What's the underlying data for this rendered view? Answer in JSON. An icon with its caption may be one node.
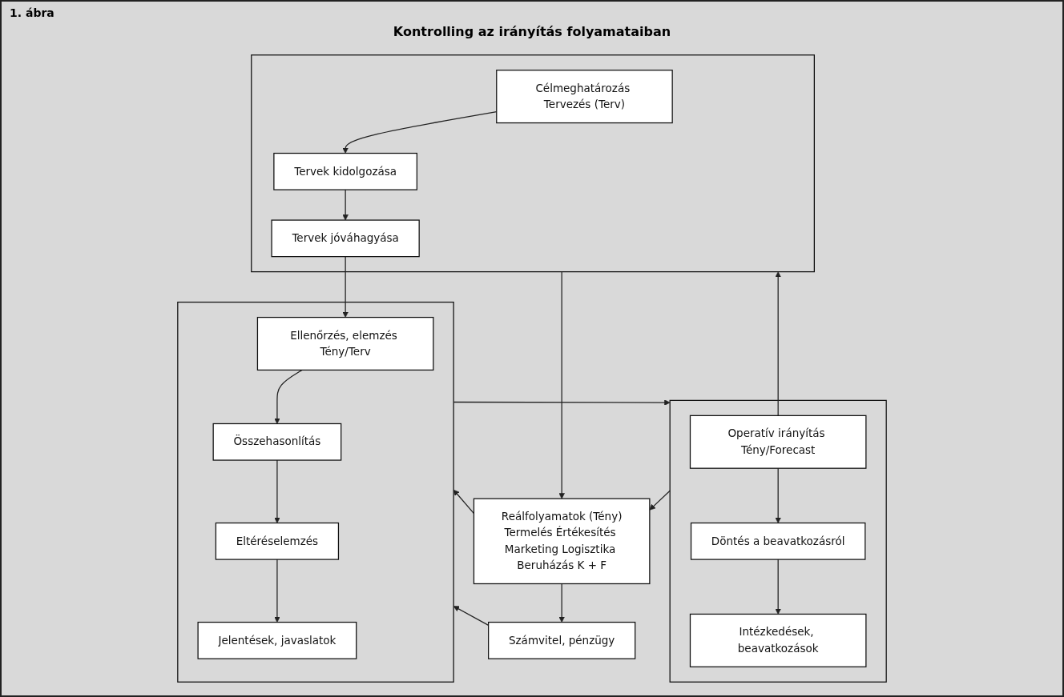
{
  "diagram": {
    "title": "Kontrolling az irányítás folyamataiban",
    "nodes": [
      {
        "text": [],
        "shape": "box"
      },
      {
        "text": [
          "Célmeghatározás Tervezés (Terv)"
        ],
        "in": 0
      },
      {
        "text": [
          "Tervek kidolgozása"
        ],
        "in": 0
      },
      {
        "text": [
          "Tervek jóváhagyása"
        ],
        "in": 0
      },
      {
        "text": [
          "Reálfolyamatok (Tény)",
          "Termelés Értékesítés Marketing Logisztika Beruházás K + F"
        ]
      },
      {
        "text": [],
        "shape": "box"
      },
      {
        "text": [
          "Operatív irányítás Tény/Forecast"
        ],
        "in": 5
      },
      {
        "text": [
          "Döntés a beavatkozásról"
        ],
        "in": 5
      },
      {
        "text": [
          "Intézkedések, beavatkozások"
        ],
        "in": 5
      },
      {
        "text": [],
        "shape": "box"
      },
      {
        "text": [
          "Ellenőrzés, elemzés Tény/Terv"
        ],
        "in": 9
      },
      {
        "text": [
          "Összehasonlítás"
        ],
        "in": 9
      },
      {
        "text": [
          "Eltéréselemzés"
        ],
        "in": 9
      },
      {
        "text": [
          "Jelentések, javaslatok"
        ],
        "in": 9
      },
      {
        "text": [
          "Számvitel, pénzügy"
        ]
      }
    ],
    "edges": [
      {
        "from": 1,
        "to": 2,
        "arrow": "to"
      },
      {
        "from": 2,
        "to": 3,
        "arrow": "to"
      },
      {
        "from": 6,
        "to": 0,
        "arrow": "to"
      },
      {
        "from": 0,
        "to": 4,
        "arrow": "to"
      },
      {
        "from": 6,
        "to": 7,
        "arrow": "to"
      },
      {
        "from": 7,
        "to": 8,
        "arrow": "to"
      },
      {
        "from": 5,
        "to": 4,
        "arrow": "to"
      },
      {
        "from": 3,
        "to": 10,
        "arrow": "to"
      },
      {
        "from": 4,
        "to": 9,
        "arrow": "to"
      },
      {
        "from": 4,
        "to": 14,
        "arrow": "to"
      },
      {
        "from": 14,
        "to": 9,
        "arrow": "to"
      },
      {
        "from": 9,
        "to": 5,
        "arrow": "to"
      },
      {
        "from": 10,
        "to": 11,
        "arrow": "to"
      },
      {
        "from": 11,
        "to": 12,
        "arrow": "to"
      },
      {
        "from": 12,
        "to": 13,
        "arrow": "to"
      }
    ],
    "labels": [
      "1. ábra"
    ]
  }
}
